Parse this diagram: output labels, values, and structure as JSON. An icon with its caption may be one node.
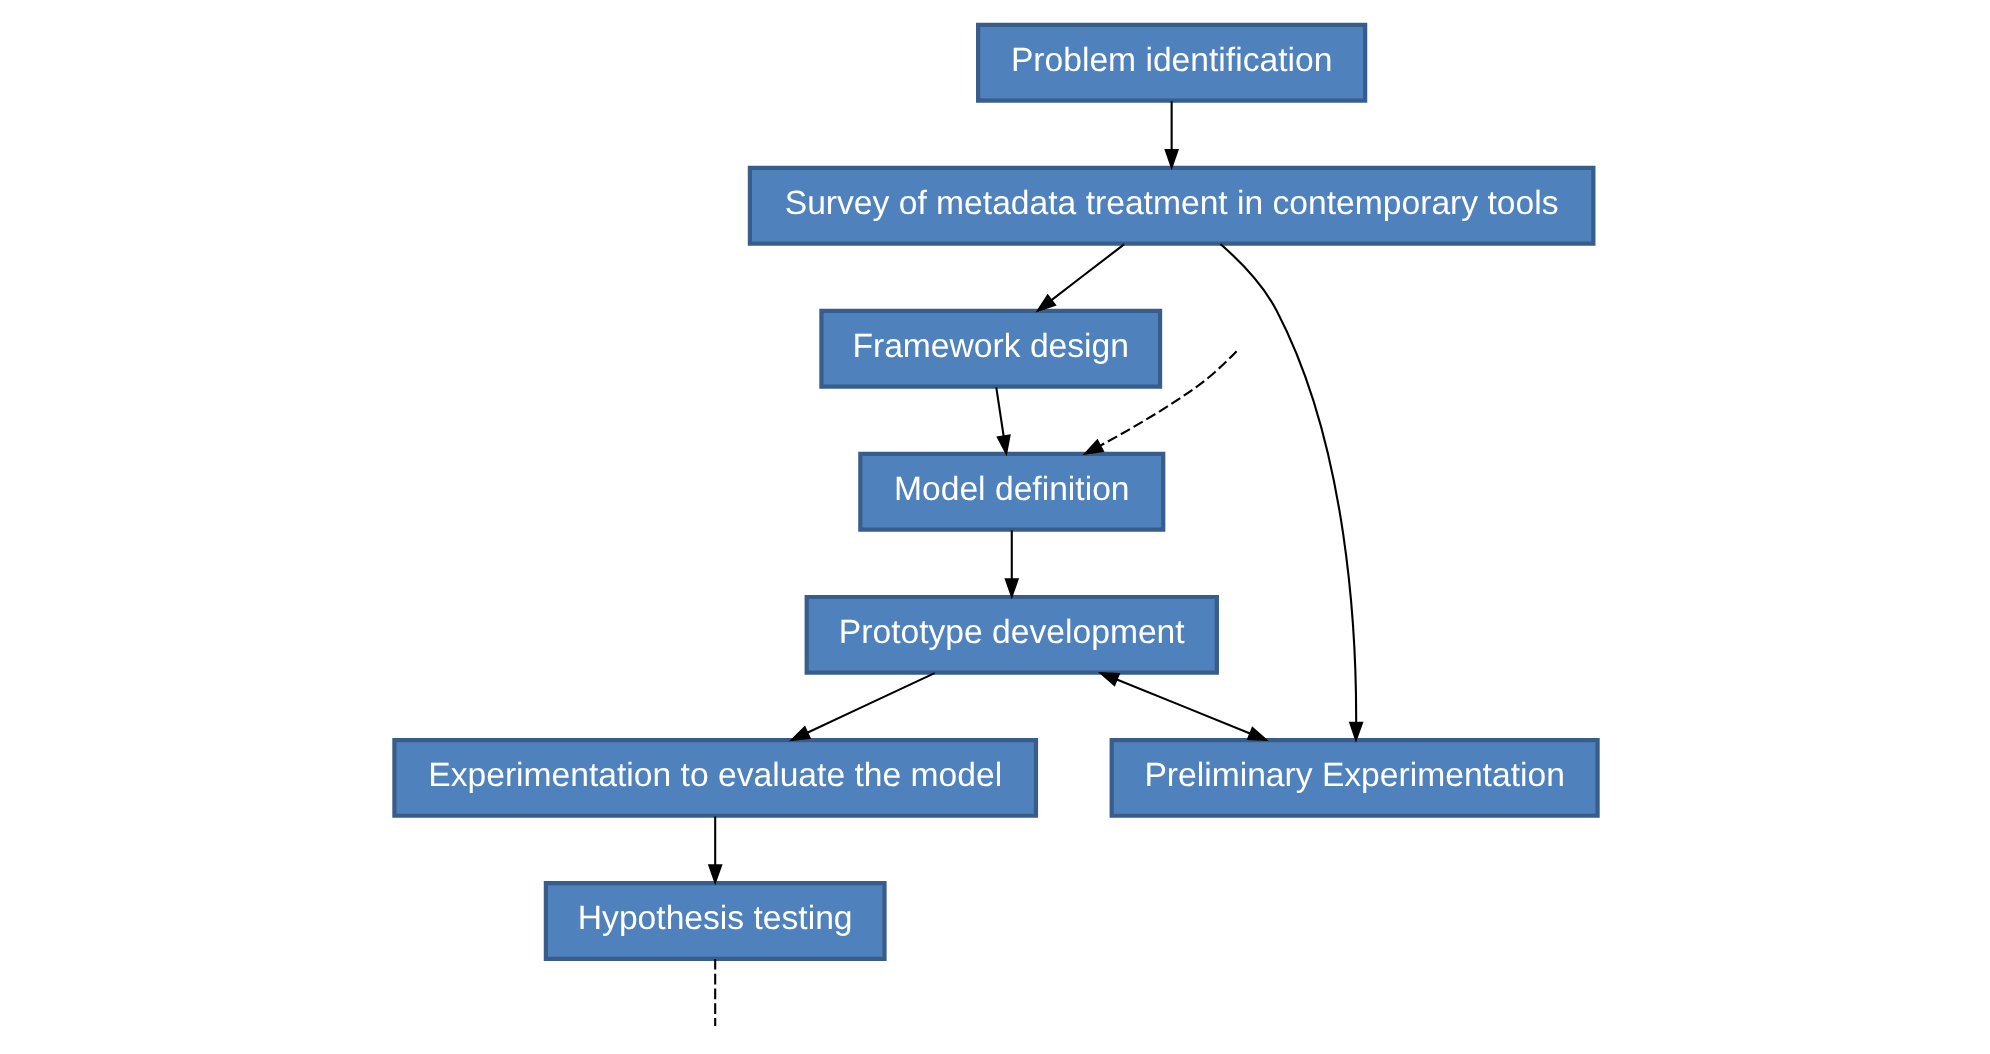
{
  "diagram": {
    "nodes": [
      {
        "text": [
          "Problem identification"
        ]
      },
      {
        "text": [
          "Survey of metadata treatment in contemporary tools"
        ]
      },
      {
        "text": [
          "Framework design"
        ]
      },
      {
        "text": [
          "Model definition"
        ]
      },
      {
        "text": [
          "Prototype development"
        ]
      },
      {
        "text": [
          "Preliminary Experimentation"
        ]
      },
      {
        "text": [
          "Experimentation to evaluate the model"
        ]
      },
      {
        "text": [
          "Hypothesis testing"
        ]
      }
    ],
    "edges": [
      {
        "from": 0,
        "to": 1,
        "arrow": "to"
      },
      {
        "from": 1,
        "to": 2,
        "arrow": "to"
      },
      {
        "from": 1,
        "to": 5,
        "arrow": "to"
      },
      {
        "from": 2,
        "to": 3,
        "arrow": "to"
      },
      {
        "from": 3,
        "to": 4,
        "arrow": "to"
      },
      {
        "from": 4,
        "to": 5,
        "arrow": "both"
      },
      {
        "from": 4,
        "to": 6,
        "arrow": "to"
      },
      {
        "from": 6,
        "to": 7,
        "arrow": "to"
      },
      {
        "from": 7,
        "to": null,
        "arrow": "none",
        "style": "dashed"
      },
      {
        "from": null,
        "to": 3,
        "arrow": "to",
        "style": "dashed"
      }
    ]
  }
}
